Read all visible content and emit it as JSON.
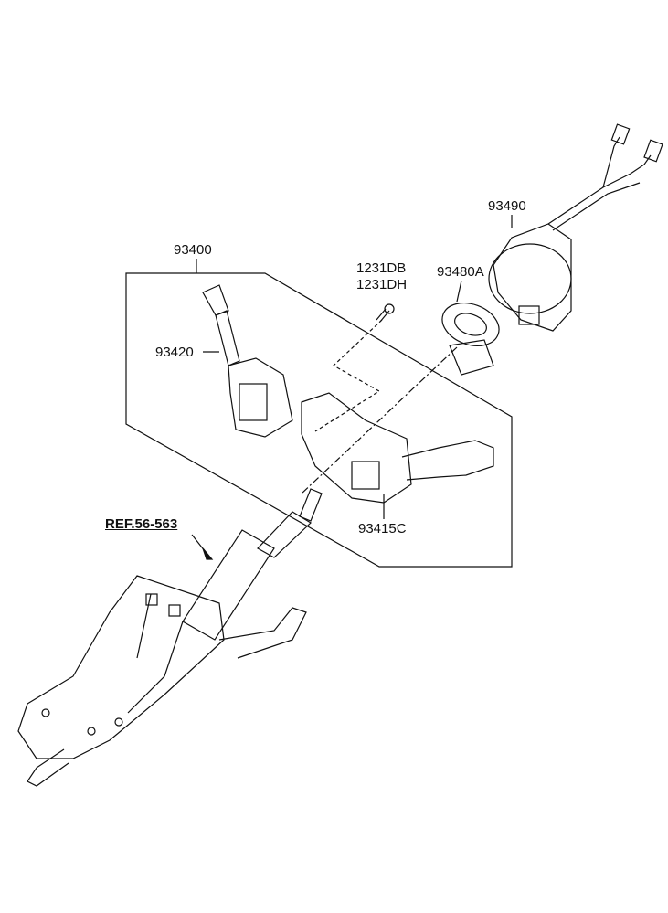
{
  "labels": {
    "p93490": "93490",
    "p93400": "93400",
    "p1231DB": "1231DB",
    "p1231DH": "1231DH",
    "p93480A": "93480A",
    "p93420": "93420",
    "p93415C": "93415C",
    "ref": "REF.56-563"
  }
}
